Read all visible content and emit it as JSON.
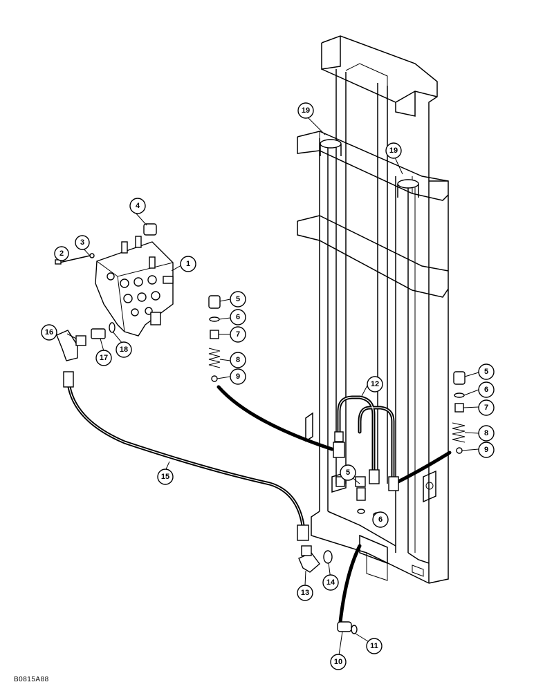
{
  "figure_code": "B0815A88",
  "callouts": [
    "1",
    "2",
    "3",
    "4",
    "5",
    "6",
    "7",
    "8",
    "9",
    "10",
    "11",
    "12",
    "13",
    "14",
    "15",
    "16",
    "17",
    "18",
    "19"
  ]
}
